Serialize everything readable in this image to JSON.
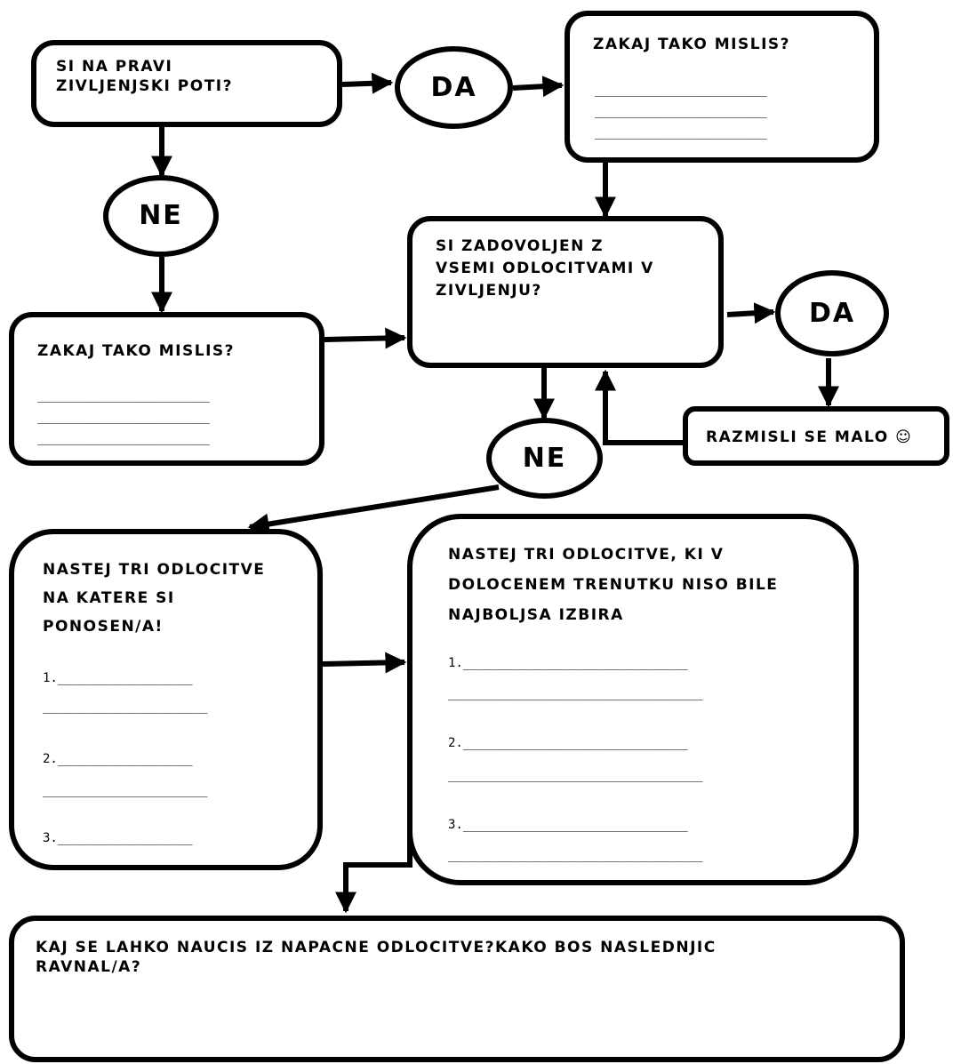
{
  "question_start": [
    "SI NA PRAVI",
    "ZIVLJENJSKI POTI?"
  ],
  "answer_yes_top": "DA",
  "why_top": {
    "title": "ZAKAJ TAKO MISLIS?",
    "lines": [
      "_______________________",
      "_______________________",
      "_______________________"
    ]
  },
  "answer_no_left": "NE",
  "why_left": {
    "title": "ZAKAJ TAKO MISLIS?",
    "lines": [
      "_______________________",
      "_______________________",
      "_______________________"
    ]
  },
  "question_decisions": [
    "SI ZADOVOLJEN Z",
    "VSEMI ODLOCITVAMI V",
    "ZIVLJENJU?"
  ],
  "answer_yes_right": "DA",
  "think_box": "RAZMISLI SE MALO ☺",
  "answer_no_center": "NE",
  "proud_box": {
    "title": [
      "NASTEJ TRI ODLOCITVE",
      "NA KATERE SI",
      "PONOSEN/A!"
    ],
    "items": [
      [
        "1.__________________",
        "______________________"
      ],
      [
        "2.__________________",
        "______________________"
      ],
      [
        "3.__________________"
      ]
    ]
  },
  "not_best_box": {
    "title": [
      "NASTEJ TRI ODLOCITVE, KI V",
      "DOLOCENEM TRENUTKU NISO BILE",
      "NAJBOLJSA IZBIRA"
    ],
    "items": [
      [
        "1.______________________________",
        "__________________________________"
      ],
      [
        "2.______________________________",
        "__________________________________"
      ],
      [
        "3.______________________________",
        "__________________________________"
      ]
    ]
  },
  "learn_box": [
    "KAJ SE LAHKO NAUCIS IZ NAPACNE ODLOCITVE?KAKO BOS NASLEDNJIC",
    "RAVNAL/A?"
  ]
}
